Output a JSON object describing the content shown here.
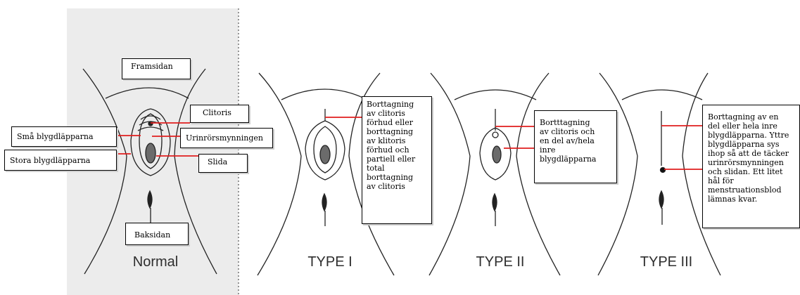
{
  "colors": {
    "leader_line": "#e01e1e",
    "normal_panel": "#ececec",
    "outline": "#222222"
  },
  "normal": {
    "caption": "Normal",
    "labels": {
      "front": "Framsidan",
      "clitoris": "Clitoris",
      "labia_minora": "Små blygdläpparna",
      "urethra": "Urinrörsmynningen",
      "labia_majora": "Stora blygdläpparna",
      "vagina": "Slida",
      "back": "Baksidan"
    }
  },
  "types": [
    {
      "caption": "TYPE I",
      "description": "Borttagning\nav clitoris\nförhud eller\nborttagning\nav klitoris\nförhud och\npartiell eller\ntotal\nborttagning\nav clitoris"
    },
    {
      "caption": "TYPE II",
      "description": "Bortttagning\nav clitoris och\nen del av/hela\ninre\nblygdläpparna"
    },
    {
      "caption": "TYPE III",
      "description": "Borttagning av en\ndel eller hela inre\nblygdläpparna. Yttre\nblygdläpparna sys\nihop så att de täcker\nurinrörsmynningen\noch slidan. Ett litet\nhål för\nmenstruationsblod\nlämnas kvar."
    }
  ]
}
